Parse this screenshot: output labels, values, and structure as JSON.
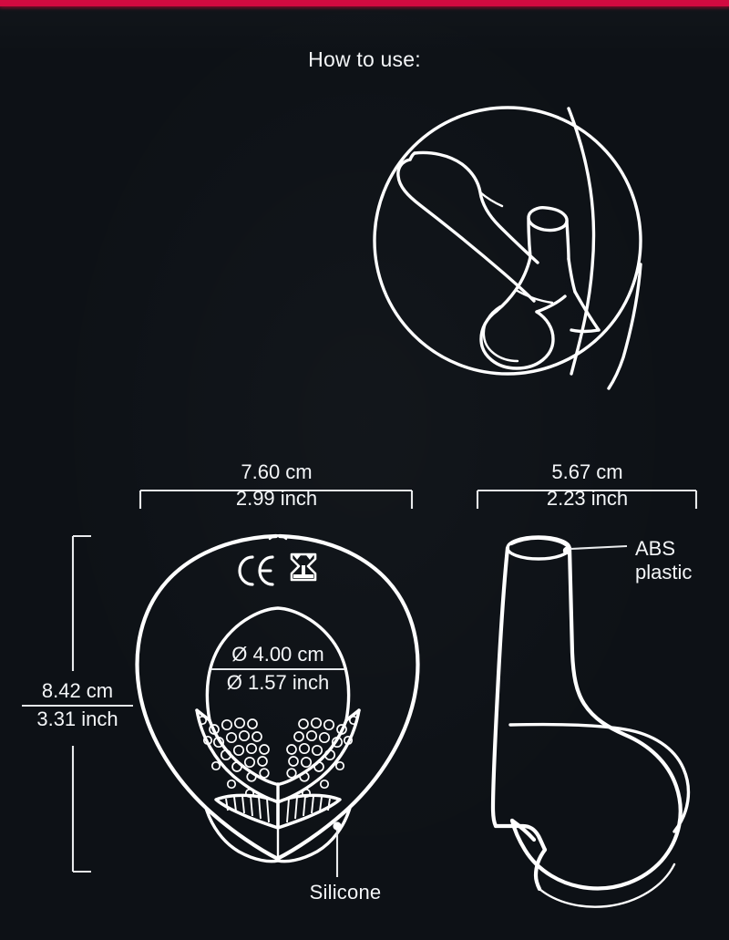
{
  "page": {
    "background_color": "#0d1116",
    "accent_stripe_color": "#d1063c",
    "line_color": "#ffffff"
  },
  "howto": {
    "title": "How to use:",
    "illustration_name": "usage-diagram-circle"
  },
  "views": {
    "front": {
      "name": "front-view",
      "width_dimension": {
        "cm": "7.60 cm",
        "inch": "2.99 inch"
      },
      "height_dimension": {
        "cm": "8.42 cm",
        "inch": "3.31 inch"
      },
      "inner_diameter": {
        "cm": "Ø 4.00 cm",
        "inch": "Ø 1.57 inch"
      },
      "certification_icons": [
        "ce-mark-icon",
        "hourglass-use-by-icon"
      ],
      "material_callout": "Silicone"
    },
    "side": {
      "name": "side-view",
      "width_dimension": {
        "cm": "5.67 cm",
        "inch": "2.23 inch"
      },
      "material_callout_line1": "ABS",
      "material_callout_line2": "plastic"
    }
  }
}
